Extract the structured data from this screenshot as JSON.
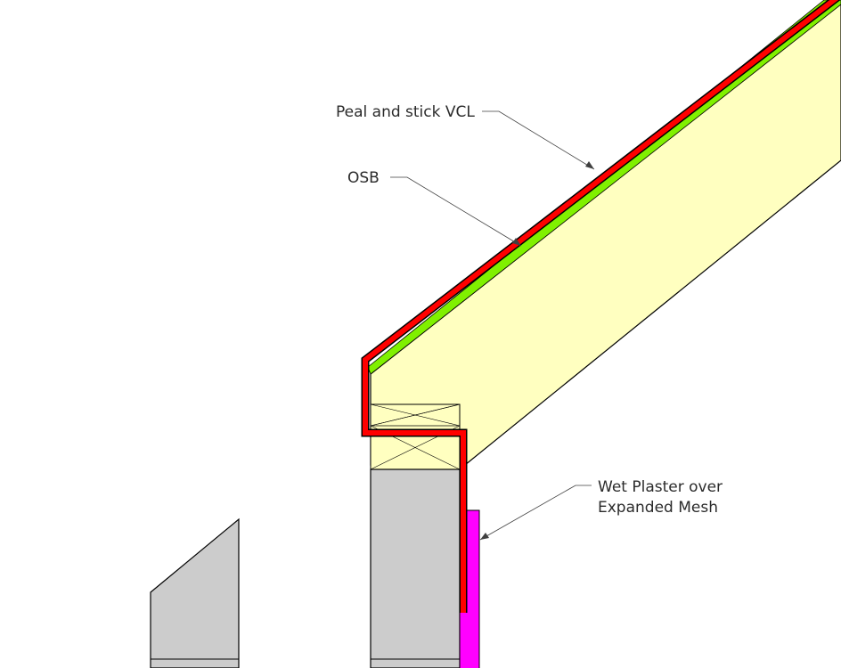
{
  "annotations": {
    "vcl": "Peal and stick VCL",
    "osb": "OSB",
    "plaster_line1": "Wet Plaster over",
    "plaster_line2": "Expanded Mesh"
  },
  "colors": {
    "insulation": "#ffffc0",
    "osb": "#80f000",
    "vcl": "#ff0000",
    "masonry": "#cccccc",
    "plaster": "#ff00ff",
    "outline": "#000000",
    "leader": "#404040"
  }
}
